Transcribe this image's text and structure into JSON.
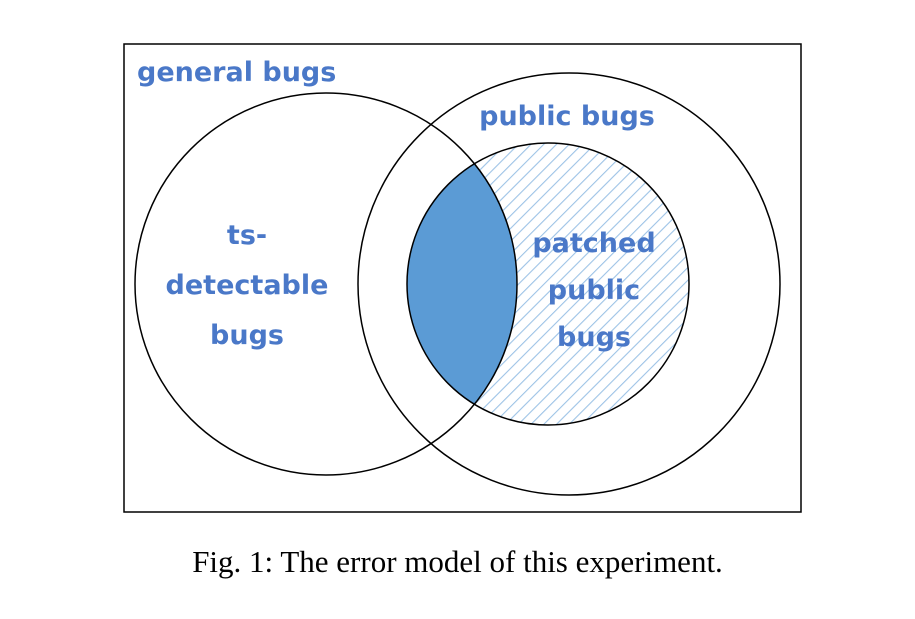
{
  "diagram": {
    "sets": {
      "general": {
        "label": "general bugs"
      },
      "ts_detectable": {
        "label_lines": [
          "ts-",
          "detectable",
          "bugs"
        ]
      },
      "public": {
        "label": "public bugs"
      },
      "patched_public": {
        "label_lines": [
          "patched",
          "public",
          "bugs"
        ]
      }
    },
    "colors": {
      "label_text": "#4a78c8",
      "intersection_fill": "#5b9bd5",
      "hatch_stroke": "#9dc3e6",
      "outline": "#000000"
    }
  },
  "caption": "Fig. 1: The error model of this experiment."
}
